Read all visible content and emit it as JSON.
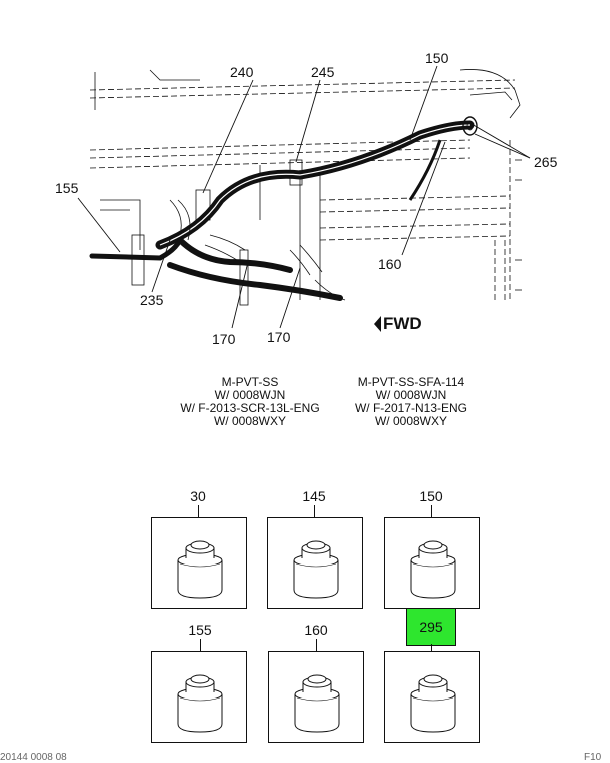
{
  "callouts": {
    "c240": "240",
    "c245": "245",
    "c150": "150",
    "c155": "155",
    "c265": "265",
    "c160": "160",
    "c235": "235",
    "c170a": "170",
    "c170b": "170"
  },
  "orientation_label": "FWD",
  "applicability": {
    "left": [
      "M-PVT-SS",
      "W/ 0008WJN",
      "W/ F-2013-SCR-13L-ENG",
      "W/ 0008WXY"
    ],
    "right": [
      "M-PVT-SS-SFA-114",
      "W/ 0008WJN",
      "W/ F-2017-N13-ENG",
      "W/ 0008WXY"
    ]
  },
  "parts": [
    {
      "number": "30",
      "highlighted": false
    },
    {
      "number": "145",
      "highlighted": false
    },
    {
      "number": "150",
      "highlighted": false
    },
    {
      "number": "155",
      "highlighted": false
    },
    {
      "number": "160",
      "highlighted": false
    },
    {
      "number": "295",
      "highlighted": true
    }
  ],
  "colors": {
    "highlight": "#2ee62e",
    "line": "#111111"
  },
  "footer": {
    "left": "20144 0008 08",
    "right": "F10"
  }
}
